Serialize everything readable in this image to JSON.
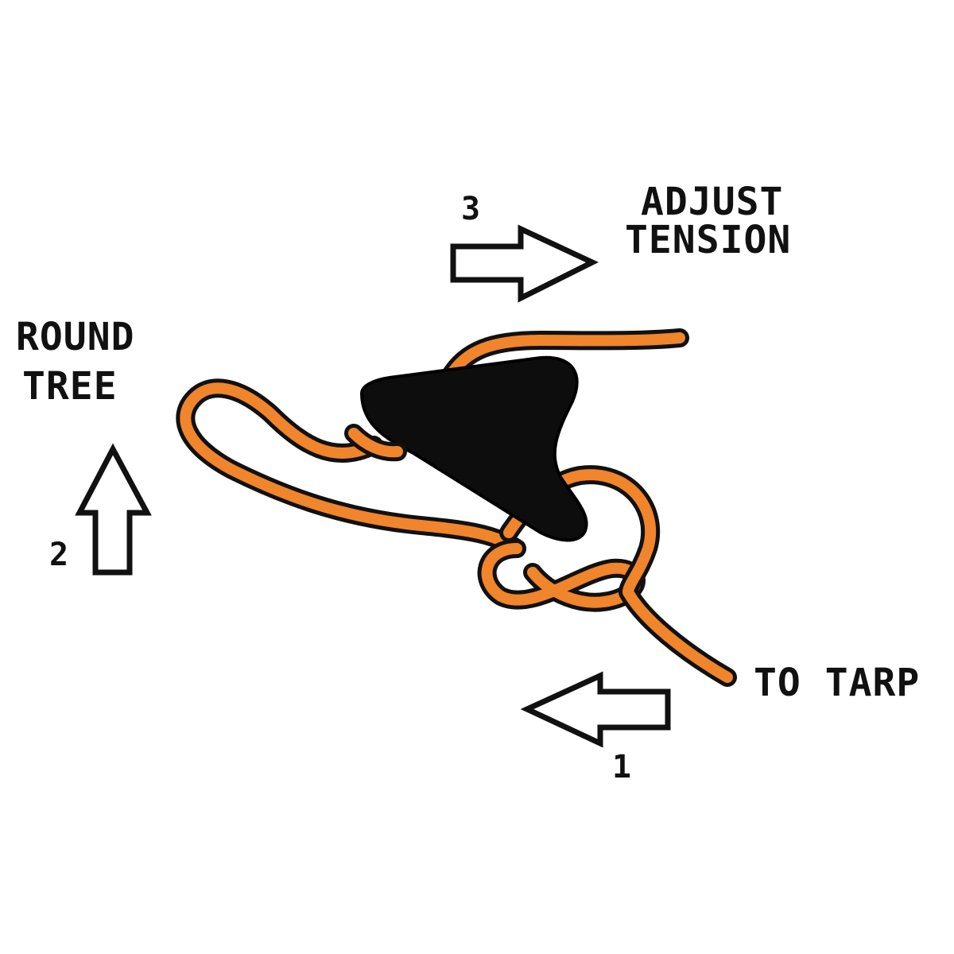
{
  "labels": {
    "adjust_line1": "ADJUST",
    "adjust_line2": "TENSION",
    "round_line1": "ROUND",
    "round_line2": "TREE",
    "to_tarp": "TO TARP",
    "step1": "1",
    "step2": "2",
    "step3": "3"
  },
  "colors": {
    "cord": "#F0852C",
    "outline": "#111111",
    "tensioner": "#0d0d0d",
    "arrow_fill": "#ffffff",
    "background": "#ffffff"
  },
  "icons": {
    "arrow_step1": "arrow-left-icon",
    "arrow_step2": "arrow-up-icon",
    "arrow_step3": "arrow-right-icon",
    "tensioner": "cord-tensioner-icon"
  }
}
